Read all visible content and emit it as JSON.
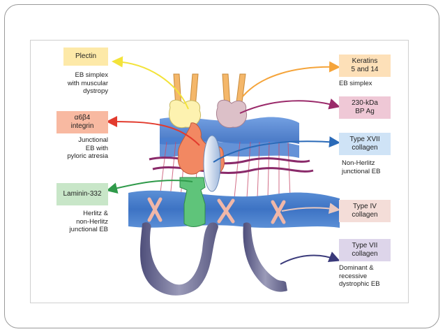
{
  "labels": {
    "plectin": {
      "title": "Plectin",
      "desc": [
        "EB simplex",
        "with muscular",
        "dystropy"
      ],
      "color": "#fde9a8"
    },
    "integrin": {
      "title": [
        "α6β4",
        "integrin"
      ],
      "desc": [
        "Junctional",
        "EB with",
        "pyloric atresia"
      ],
      "color": "#f8b9a1"
    },
    "laminin": {
      "title": "Laminin-332",
      "desc": [
        "Herlitz &",
        "non-Herlitz",
        "junctional EB"
      ],
      "color": "#c8e6c8"
    },
    "keratins": {
      "title": [
        "Keratins",
        "5 and 14"
      ],
      "desc": [
        "EB simplex"
      ],
      "color": "#fde0b8"
    },
    "bpag": {
      "title": [
        "230-kDa",
        "BP Ag"
      ],
      "desc": [],
      "color": "#efc8d6"
    },
    "col17": {
      "title": [
        "Type XVII",
        "collagen"
      ],
      "desc": [
        "Non-Herlitz",
        "junctional EB"
      ],
      "color": "#cfe3f6"
    },
    "col4": {
      "title": [
        "Type IV",
        "collagen"
      ],
      "desc": [],
      "color": "#f4ddd8"
    },
    "col7": {
      "title": [
        "Type VII",
        "collagen"
      ],
      "desc": [
        "Dominant &",
        "recessive",
        "dystrophic EB"
      ],
      "color": "#ddd5ea"
    }
  },
  "colors": {
    "plectin_arrow": "#f3e33a",
    "integrin_arrow": "#e23b2e",
    "laminin_arrow": "#2f9a4a",
    "keratin_arrow": "#f5a43a",
    "bpag_arrow": "#9a2a6a",
    "col17_arrow": "#2a6ab8",
    "col4_arrow": "#e8c8c0",
    "col7_arrow": "#3a3a7a"
  }
}
